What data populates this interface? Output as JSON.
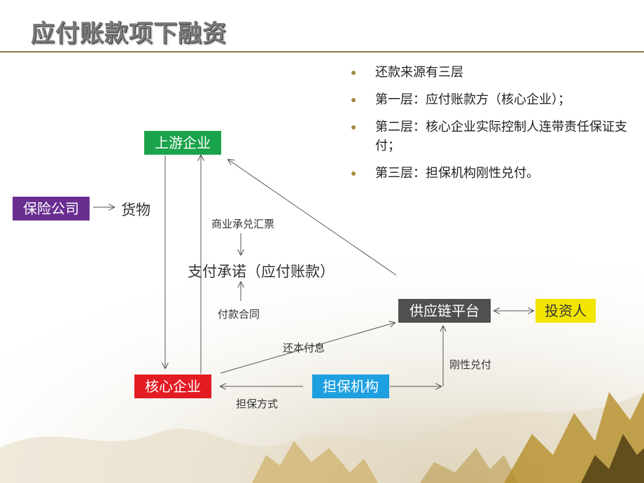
{
  "title": "应付账款项下融资",
  "bullets": [
    "还款来源有三层",
    "第一层：应付账款方（核心企业）；",
    "第二层：核心企业实际控制人连带责任保证支付；",
    "第三层：担保机构刚性兑付。"
  ],
  "nodes": {
    "upstream": "上游企业",
    "insurer": "保险公司",
    "goods": "货物",
    "core": "核心企业",
    "guarantor": "担保机构",
    "platform": "供应链平台",
    "investor": "投资人",
    "commitment": "支付承诺（应付账款）"
  },
  "labels": {
    "acceptance_bill": "商业承兑汇票",
    "payment_contract": "付款合同",
    "repay": "还本付息",
    "rigid_payment": "刚性兑付",
    "guarantee_method": "担保方式"
  },
  "colors": {
    "upstream": "#1aa34a",
    "insurer": "#6a2e91",
    "core": "#e31b23",
    "guarantor": "#1ea0e0",
    "platform": "#505050",
    "investor": "#f2e600",
    "accent": "#a48a3e"
  }
}
